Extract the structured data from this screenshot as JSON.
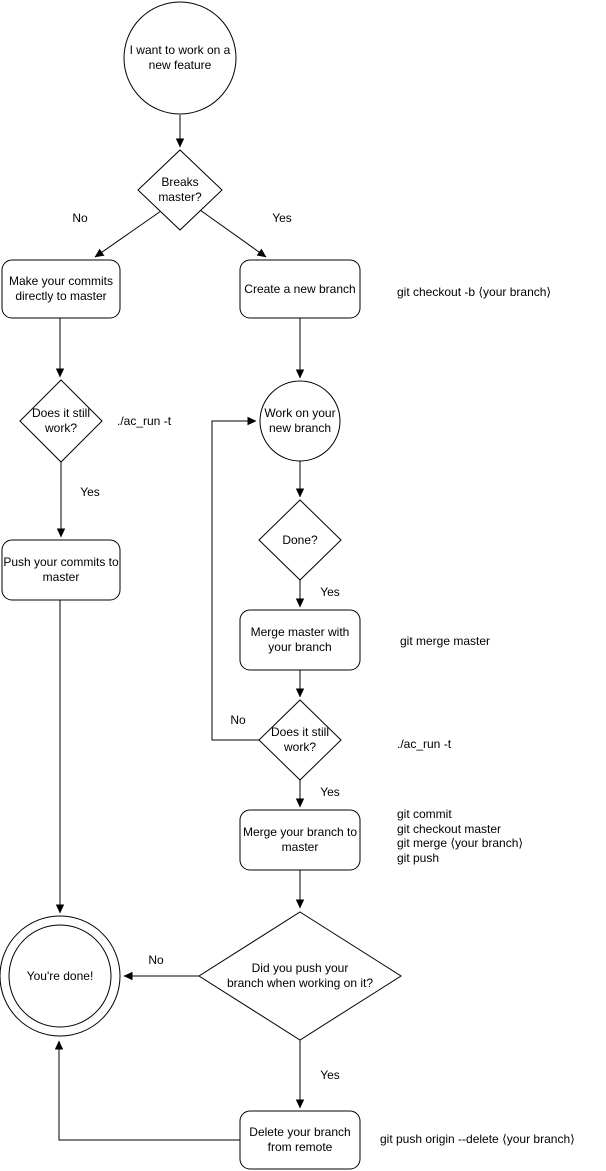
{
  "diagram": {
    "colors": {
      "stroke": "#000000",
      "background": "#ffffff",
      "text": "#000000"
    },
    "nodes": {
      "start": {
        "label": "I want to work on a\nnew feature"
      },
      "breaks_master": {
        "label": "Breaks\nmaster?"
      },
      "make_commits": {
        "label": "Make your commits\ndirectly to master"
      },
      "create_branch": {
        "label": "Create a new branch"
      },
      "still_work_left": {
        "label": "Does it still\nwork?"
      },
      "push_commits": {
        "label": "Push your commits to\nmaster"
      },
      "work_branch": {
        "label": "Work on your\nnew branch"
      },
      "done": {
        "label": "Done?"
      },
      "merge_master": {
        "label": "Merge master with\nyour branch"
      },
      "still_work_right": {
        "label": "Does it still\nwork?"
      },
      "merge_branch": {
        "label": "Merge your branch to\nmaster"
      },
      "did_push": {
        "label": "Did you push your\nbranch when working on it?"
      },
      "youre_done": {
        "label": "You're done!"
      },
      "delete_remote": {
        "label": "Delete your branch\nfrom remote"
      }
    },
    "edge_labels": {
      "breaks_no": "No",
      "breaks_yes": "Yes",
      "still_left_yes": "Yes",
      "done_yes": "Yes",
      "still_right_no": "No",
      "still_right_yes": "Yes",
      "did_push_no": "No",
      "did_push_yes": "Yes"
    },
    "annotations": {
      "checkout_branch": "git checkout -b ⟨your branch⟩",
      "ac_run_left": "./ac_run -t",
      "merge_master_cmd": "git merge master",
      "ac_run_right": "./ac_run -t",
      "merge_branch_cmds": "git commit\ngit checkout master\ngit merge ⟨your branch⟩\ngit push",
      "delete_remote_cmd": "git push origin --delete ⟨your branch⟩"
    }
  }
}
